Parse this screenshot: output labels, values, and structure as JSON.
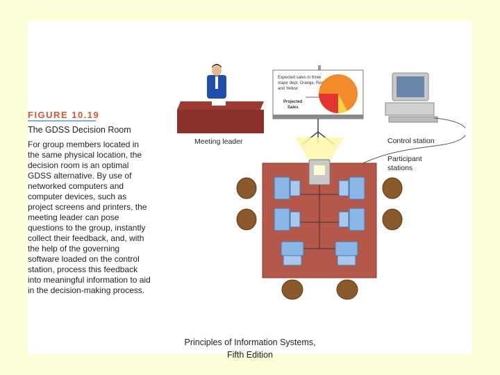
{
  "figure": {
    "number": "FIGURE 10.19",
    "title": "The GDSS Decision Room",
    "caption": "For group members located in the same physical location, the decision room is an optimal GDSS alternative. By use of networked computers and computer devices, such as project screens and printers, the meeting leader can pose questions to the group, instantly collect their feedback, and, with the help of the governing software loaded on the control station, process this feedback into meaningful information to aid in the decision-making process."
  },
  "diagram": {
    "labels": {
      "meeting_leader": "Meeting leader",
      "control_station": "Control station",
      "participant_stations_line1": "Participant",
      "participant_stations_line2": "stations"
    },
    "screen": {
      "text_line1": "Expected sales in three",
      "text_line2": "major dept: Orange, Red",
      "text_line3": "and Yellow",
      "projected_line1": "Projected",
      "projected_line2": "Sales"
    },
    "colors": {
      "table": "#b5584a",
      "orange_slice": "#f28c2b",
      "red_slice": "#e3342f",
      "yellow_slice": "#f5d53f",
      "monitor": "#8ab6e6",
      "chair": "#8a5a2b"
    }
  },
  "footer": {
    "line1": "Principles of Information Systems,",
    "line2": "Fifth Edition"
  }
}
